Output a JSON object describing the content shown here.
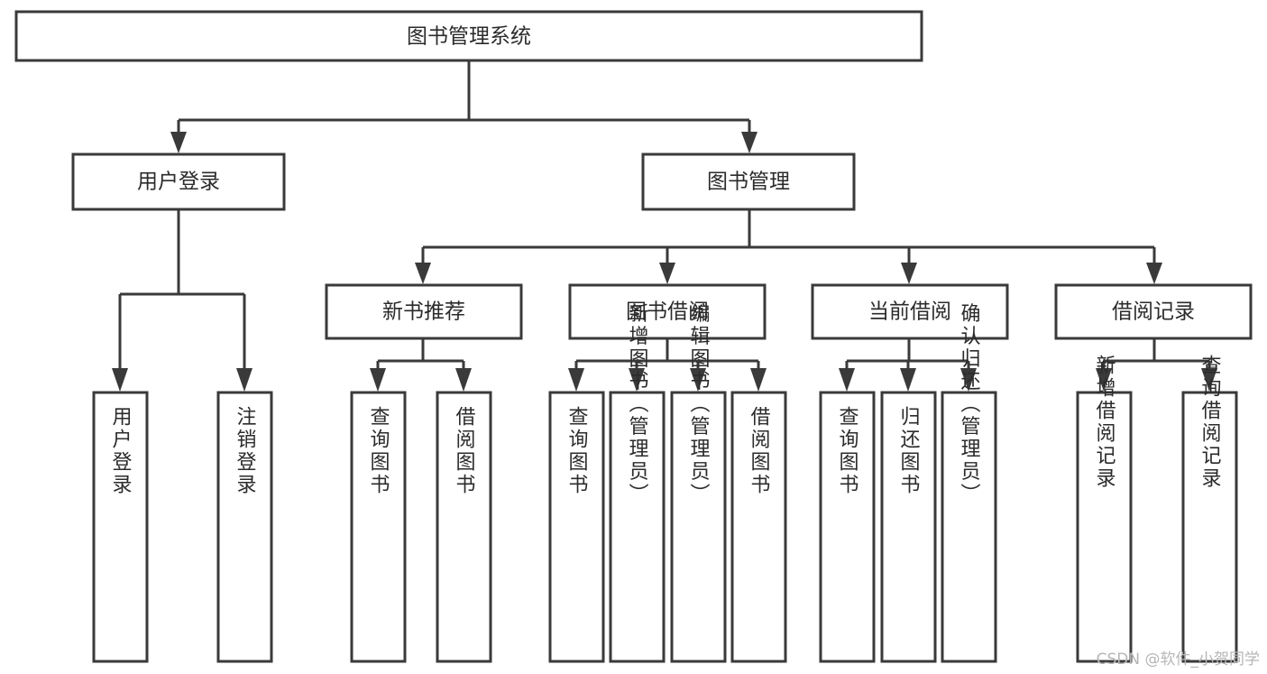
{
  "diagram": {
    "title": "图书管理系统",
    "type": "hierarchy-tree",
    "colors": {
      "box_stroke": "#3a3a3a",
      "box_fill": "#ffffff",
      "text": "#2b2b2b",
      "background": "#ffffff",
      "watermark": "#b6b6b6"
    },
    "levels": {
      "root": {
        "label": "图书管理系统",
        "orientation": "horizontal"
      },
      "level2": [
        {
          "label": "用户登录",
          "orientation": "horizontal"
        },
        {
          "label": "图书管理",
          "orientation": "horizontal"
        }
      ],
      "level3": [
        {
          "label": "新书推荐",
          "orientation": "horizontal",
          "parent": "图书管理"
        },
        {
          "label": "图书借阅",
          "orientation": "horizontal",
          "parent": "图书管理"
        },
        {
          "label": "当前借阅",
          "orientation": "horizontal",
          "parent": "图书管理"
        },
        {
          "label": "借阅记录",
          "orientation": "horizontal",
          "parent": "图书管理"
        }
      ],
      "leaves": [
        {
          "label": "用户登录",
          "orientation": "vertical",
          "parent": "用户登录"
        },
        {
          "label": "注销登录",
          "orientation": "vertical",
          "parent": "用户登录"
        },
        {
          "label": "查询图书",
          "orientation": "vertical",
          "parent": "新书推荐"
        },
        {
          "label": "借阅图书",
          "orientation": "vertical",
          "parent": "新书推荐"
        },
        {
          "label": "查询图书",
          "orientation": "vertical",
          "parent": "图书借阅"
        },
        {
          "label": "新增图书（管理员）",
          "orientation": "vertical",
          "parent": "图书借阅"
        },
        {
          "label": "编辑图书（管理员）",
          "orientation": "vertical",
          "parent": "图书借阅"
        },
        {
          "label": "借阅图书",
          "orientation": "vertical",
          "parent": "图书借阅"
        },
        {
          "label": "查询图书",
          "orientation": "vertical",
          "parent": "当前借阅"
        },
        {
          "label": "归还图书",
          "orientation": "vertical",
          "parent": "当前借阅"
        },
        {
          "label": "确认归还（管理员）",
          "orientation": "vertical",
          "parent": "当前借阅"
        },
        {
          "label": "新增借阅记录",
          "orientation": "vertical",
          "parent": "借阅记录"
        },
        {
          "label": "查询借阅记录",
          "orientation": "vertical",
          "parent": "借阅记录"
        }
      ]
    },
    "watermark": "CSDN @软件_小贺同学"
  }
}
